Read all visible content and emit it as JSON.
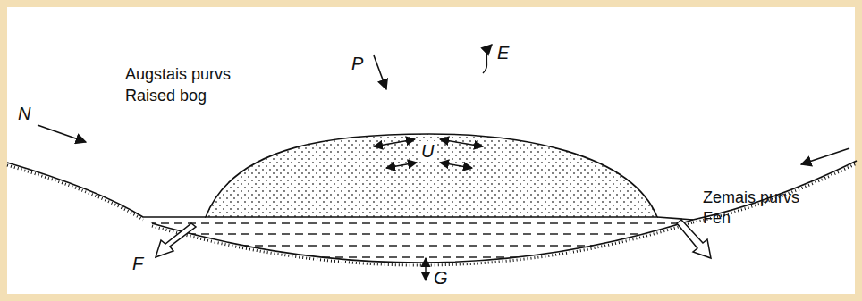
{
  "diagram": {
    "labels": [
      "P",
      "E",
      "Augstais purvs",
      "Raised bog",
      "U",
      "N",
      "Zemais purvs",
      "Fen",
      "F",
      "G"
    ]
  }
}
